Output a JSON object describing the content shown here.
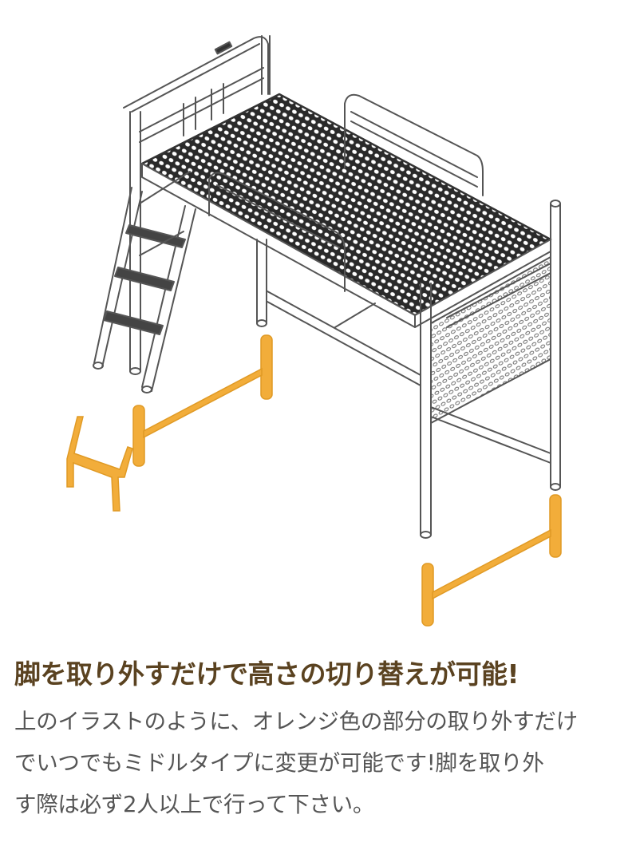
{
  "illustration": {
    "subject": "loft-bed-removable-legs-diagram",
    "frame_color": "#555555",
    "highlight_color": "#f0a830",
    "highlight_parts": [
      "ladder-bottom-extension",
      "front-leg-extension",
      "rear-leg-extension"
    ]
  },
  "headline": "脚を取り外すだけで高さの切り替えが可能!",
  "body": {
    "lines": [
      "上のイラストのように、オレンジ色の部分の取り外すだけ",
      "でいつでもミドルタイプに変更が可能です!脚を取り外",
      "す際は必ず2人以上で行って下さい。"
    ]
  },
  "colors": {
    "headline": "#5a4220",
    "body": "#555555",
    "background": "#ffffff"
  }
}
